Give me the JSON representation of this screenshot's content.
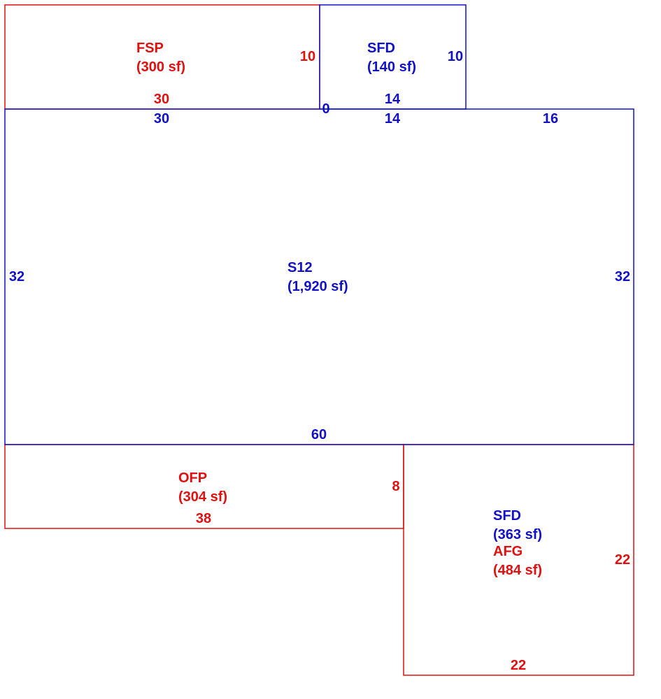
{
  "colors": {
    "red": "#e01010",
    "blue": "#1010c8",
    "background": "#ffffff"
  },
  "areas": {
    "fsp": {
      "code": "FSP",
      "area": "(300 sf)",
      "dim_top_right": "10",
      "dim_bottom": "30"
    },
    "sfd_top": {
      "code": "SFD",
      "area": "(140 sf)",
      "dim_right": "10",
      "dim_bottom": "14"
    },
    "main": {
      "code": "S12",
      "area": "(1,920 sf)",
      "dim_left": "32",
      "dim_right": "32",
      "dim_top_a": "30",
      "dim_top_b": "14",
      "dim_top_c": "16",
      "dim_zero": "0",
      "dim_bottom": "60"
    },
    "ofp": {
      "code": "OFP",
      "area": "(304 sf)",
      "dim_right": "8",
      "dim_bottom": "38"
    },
    "garage": {
      "code_sfd": "SFD",
      "area_sfd": "(363 sf)",
      "code_afg": "AFG",
      "area_afg": "(484 sf)",
      "dim_right": "22",
      "dim_bottom": "22"
    }
  }
}
